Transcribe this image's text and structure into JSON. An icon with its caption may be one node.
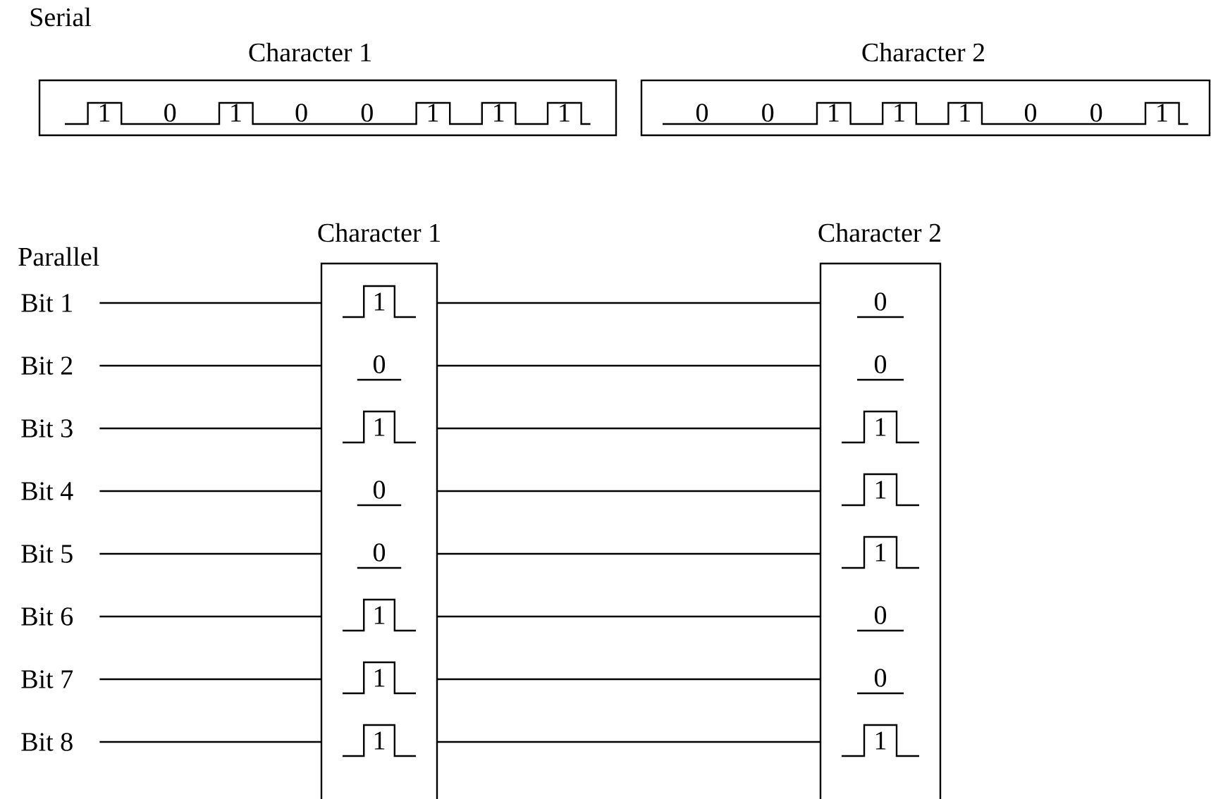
{
  "diagram": {
    "nodes": [
      {
        "text": [
          "Character 1",
          "1",
          "0",
          "1",
          "0",
          "0",
          "1",
          "1",
          "1"
        ]
      },
      {
        "text": [
          "Character 2",
          "0",
          "0",
          "1",
          "1",
          "1",
          "0",
          "0",
          "1"
        ]
      },
      {
        "text": [
          "Character 1",
          "1",
          "0",
          "1",
          "0",
          "0",
          "1",
          "1",
          "1"
        ]
      },
      {
        "text": [
          "Character 2",
          "0",
          "0",
          "1",
          "1",
          "1",
          "0",
          "0",
          "1"
        ]
      },
      {
        "text": [
          "Bit 1"
        ]
      },
      {
        "text": [
          "Bit 2"
        ]
      },
      {
        "text": [
          "Bit 3"
        ]
      },
      {
        "text": [
          "Bit 4"
        ]
      },
      {
        "text": [
          "Bit 5"
        ]
      },
      {
        "text": [
          "Bit 6"
        ]
      },
      {
        "text": [
          "Bit 7"
        ]
      },
      {
        "text": [
          "Bit 8"
        ]
      }
    ],
    "edges": [
      {
        "from": 4,
        "to": 2,
        "arrow": "none"
      },
      {
        "from": 5,
        "to": 2,
        "arrow": "none"
      },
      {
        "from": 6,
        "to": 2,
        "arrow": "none"
      },
      {
        "from": 7,
        "to": 2,
        "arrow": "none"
      },
      {
        "from": 8,
        "to": 2,
        "arrow": "none"
      },
      {
        "from": 9,
        "to": 2,
        "arrow": "none"
      },
      {
        "from": 10,
        "to": 2,
        "arrow": "none"
      },
      {
        "from": 11,
        "to": 2,
        "arrow": "none"
      },
      {
        "from": 2,
        "to": 3,
        "arrow": "none"
      },
      {
        "from": 2,
        "to": 3,
        "arrow": "none"
      },
      {
        "from": 2,
        "to": 3,
        "arrow": "none"
      },
      {
        "from": 2,
        "to": 3,
        "arrow": "none"
      },
      {
        "from": 2,
        "to": 3,
        "arrow": "none"
      },
      {
        "from": 2,
        "to": 3,
        "arrow": "none"
      },
      {
        "from": 2,
        "to": 3,
        "arrow": "none"
      },
      {
        "from": 2,
        "to": 3,
        "arrow": "none"
      }
    ],
    "labels": [
      "Serial",
      "Parallel"
    ]
  }
}
